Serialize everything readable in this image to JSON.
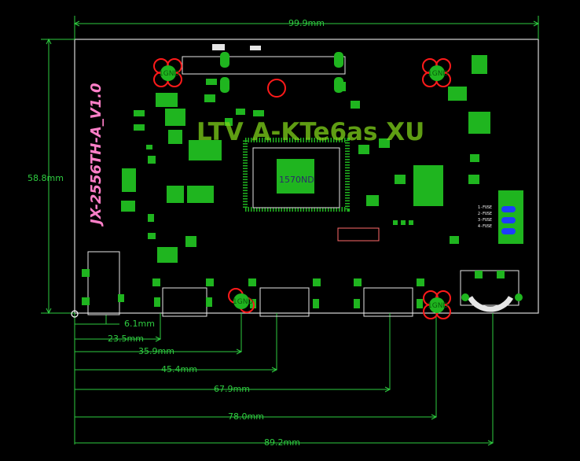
{
  "board": {
    "title": "JX-2556TH-A_V1.0",
    "chip_label": "1570ND",
    "hole_label": "1GND",
    "watermark": "LTV A-KTe6as XU"
  },
  "dimensions": {
    "width": "99.9mm",
    "height": "58.8mm",
    "offsets": [
      "6.1mm",
      "23.5mm",
      "35.9mm",
      "45.4mm",
      "67.9mm",
      "78.0mm",
      "89.2mm"
    ]
  },
  "connector_pins": [
    "1-FUSE",
    "2-FUSE",
    "3-FUSE",
    "4-FUSE"
  ],
  "colors": {
    "background": "#000000",
    "copper": "#1fb51f",
    "silkscreen": "#e6e6e6",
    "dimension": "#2ecc40",
    "title": "#ff7fc8",
    "marker": "#ff1a1a",
    "connector": "#1e3cff"
  }
}
